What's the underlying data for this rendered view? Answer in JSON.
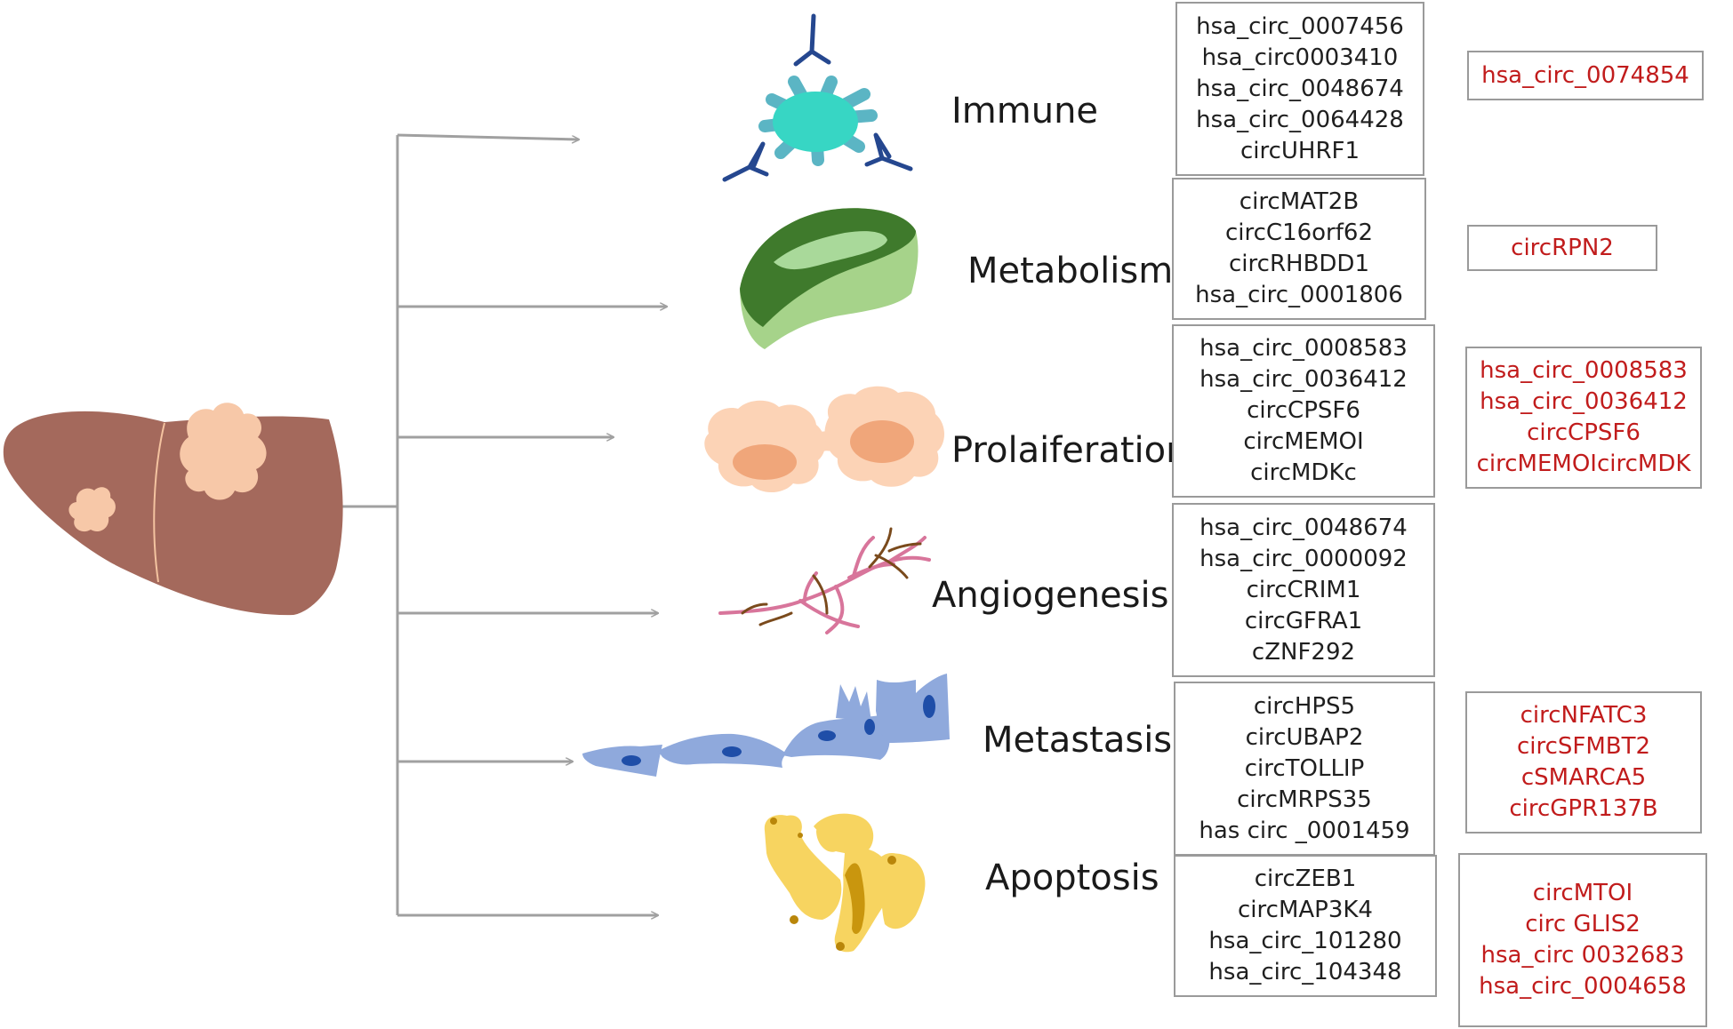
{
  "categories": [
    {
      "key": "immune",
      "label": "Immune",
      "circ_black": [
        "hsa_circ_0007456",
        "hsa_circ0003410",
        "hsa_circ_0048674",
        "hsa_circ_0064428",
        "circUHRF1"
      ],
      "circ_red": [
        "hsa_circ_0074854"
      ]
    },
    {
      "key": "metabolism",
      "label": "Metabolism",
      "circ_black": [
        "circMAT2B",
        "circC16orf62",
        "circRHBDD1",
        "hsa_circ_0001806"
      ],
      "circ_red": [
        "circRPN2"
      ]
    },
    {
      "key": "proliferation",
      "label": "Prolaiferation",
      "circ_black": [
        "hsa_circ_0008583",
        "hsa_circ_0036412",
        "circCPSF6",
        "circMEMOI",
        "circMDKc"
      ],
      "circ_red": [
        "hsa_circ_0008583",
        "hsa_circ_0036412",
        "circCPSF6",
        "circMEMOIcircMDK"
      ]
    },
    {
      "key": "angiogenesis",
      "label": "Angiogenesis",
      "circ_black": [
        "hsa_circ_0048674",
        "hsa_circ_0000092",
        "circCRIM1",
        "circGFRA1",
        "cZNF292"
      ],
      "circ_red": []
    },
    {
      "key": "metastasis",
      "label": "Metastasis",
      "circ_black": [
        "circHPS5",
        "circUBAP2",
        "circTOLLIP",
        "circMRPS35",
        "has circ _0001459"
      ],
      "circ_red": [
        "circNFATC3",
        "circSFMBT2",
        "cSMARCA5",
        "circGPR137B"
      ]
    },
    {
      "key": "apoptosis",
      "label": "Apoptosis",
      "circ_black": [
        "circZEB1",
        "circMAP3K4",
        "hsa_circ_101280",
        "hsa_circ_104348"
      ],
      "circ_red": [
        "circMTOI",
        "circ GLIS2",
        "hsa_circ 0032683",
        "hsa_circ_0004658"
      ]
    }
  ],
  "icons": {
    "liver": "liver-with-tumor-icon",
    "immune": "immune-cell-antibody-icon",
    "metabolism": "liver-tissue-icon",
    "proliferation": "dividing-cells-icon",
    "angiogenesis": "blood-vessels-icon",
    "metastasis": "migrating-cells-icon",
    "apoptosis": "apoptotic-cell-icon"
  },
  "colors": {
    "red_text": "#c11c1c",
    "black_text": "#1f1f1f",
    "connector": "#a0a0a0",
    "liver": "#a4695c",
    "tumor": "#f7c8a8",
    "immune_cell": "#37d6c4",
    "antibody": "#25478f",
    "metabolism_dark": "#3f7a2c",
    "metabolism_light": "#a6d38a",
    "proliferation": "#fcd3b6",
    "vessel_pink": "#d8759b",
    "vessel_brown": "#7a4a1c",
    "metastasis": "#8fa9dc",
    "apoptosis": "#f7d460"
  }
}
